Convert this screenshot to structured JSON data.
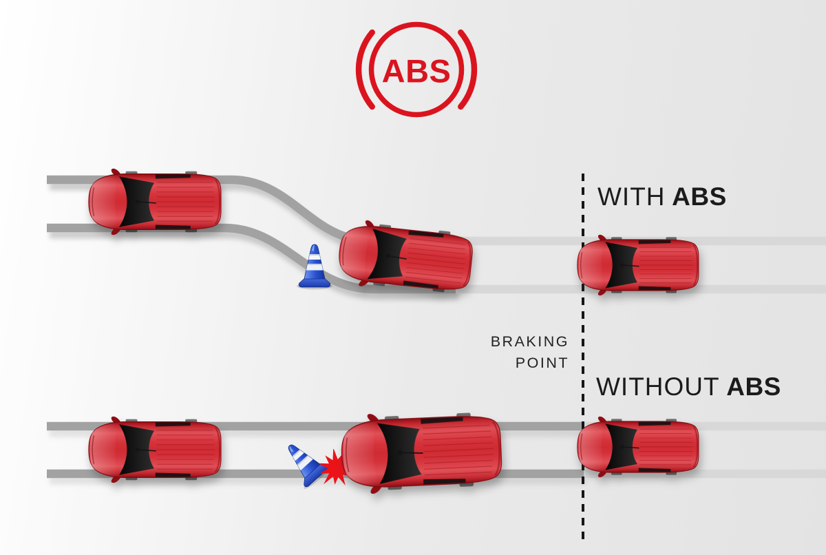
{
  "logo": {
    "text": "ABS"
  },
  "headings": {
    "with": {
      "prefix": "WITH",
      "bold": "ABS"
    },
    "without": {
      "prefix": "WITHOUT",
      "bold": "ABS"
    }
  },
  "braking_point": {
    "line1": "BRAKING",
    "line2": "POINT"
  },
  "colors": {
    "logo_red": "#da141e",
    "car_red": "#d12f37",
    "skid_track_gray": "#a2a2a2",
    "clean_track_gray": "#d8d8d8",
    "cone_blue": "#2a52d0",
    "crash_star_red": "#ec1218",
    "text_black": "#1b1b1b",
    "background_left": "#ffffff",
    "background_right": "#e3e3e3"
  },
  "scene": {
    "top_row": "with-abs: car approaching, car swerving around cone, car past braking point",
    "bottom_row": "without-abs: car approaching, car crashing into cone, car at braking point",
    "cones": 2,
    "cars": 6
  }
}
